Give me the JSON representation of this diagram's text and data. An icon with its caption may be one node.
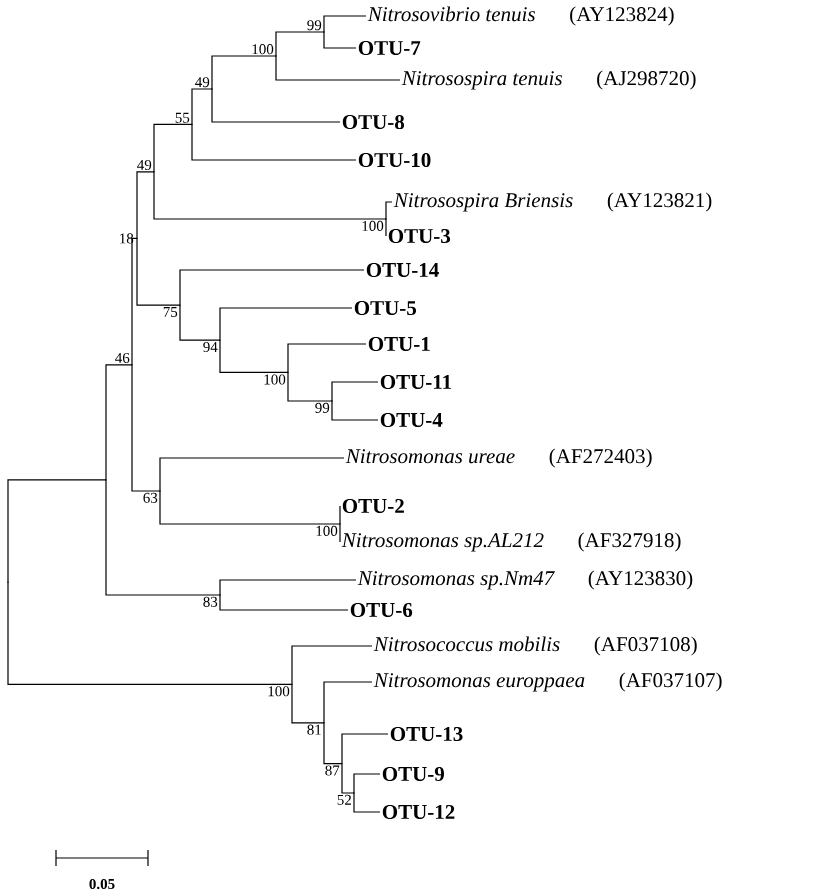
{
  "diagram": {
    "nodes": [
      {
        "text": [],
        "shape": "point"
      },
      {
        "text": [],
        "shape": "point"
      },
      {
        "text": [],
        "shape": "point",
        "beside": [
          "46"
        ]
      },
      {
        "text": [],
        "shape": "point",
        "beside": [
          "18"
        ]
      },
      {
        "text": [],
        "shape": "point",
        "beside": [
          "49"
        ]
      },
      {
        "text": [],
        "shape": "point",
        "beside": [
          "55"
        ]
      },
      {
        "text": [],
        "shape": "point",
        "beside": [
          "49"
        ]
      },
      {
        "text": [],
        "shape": "point",
        "beside": [
          "100"
        ]
      },
      {
        "text": [],
        "shape": "point",
        "beside": [
          "99"
        ]
      },
      {
        "text": [
          "Nitrosovibrio tenuis",
          "(AY123824)"
        ]
      },
      {
        "text": [
          "OTU-7"
        ]
      },
      {
        "text": [
          "Nitrosospira tenuis",
          "(AJ298720)"
        ]
      },
      {
        "text": [
          "OTU-8"
        ]
      },
      {
        "text": [
          "OTU-10"
        ]
      },
      {
        "text": [],
        "shape": "point",
        "beside": [
          "100"
        ]
      },
      {
        "text": [
          "Nitrosospira Briensis",
          "(AY123821)"
        ]
      },
      {
        "text": [
          "OTU-3"
        ]
      },
      {
        "text": [],
        "shape": "point",
        "beside": [
          "75"
        ]
      },
      {
        "text": [
          "OTU-14"
        ]
      },
      {
        "text": [],
        "shape": "point",
        "beside": [
          "94"
        ]
      },
      {
        "text": [
          "OTU-5"
        ]
      },
      {
        "text": [],
        "shape": "point",
        "beside": [
          "100"
        ]
      },
      {
        "text": [
          "OTU-1"
        ]
      },
      {
        "text": [],
        "shape": "point",
        "beside": [
          "99"
        ]
      },
      {
        "text": [
          "OTU-11"
        ]
      },
      {
        "text": [
          "OTU-4"
        ]
      },
      {
        "text": [],
        "shape": "point",
        "beside": [
          "63"
        ]
      },
      {
        "text": [
          "Nitrosomonas ureae",
          "(AF272403)"
        ]
      },
      {
        "text": [],
        "shape": "point",
        "beside": [
          "100"
        ]
      },
      {
        "text": [
          "OTU-2"
        ]
      },
      {
        "text": [
          "Nitrosomonas sp.AL212",
          "(AF327918)"
        ]
      },
      {
        "text": [],
        "shape": "point",
        "beside": [
          "83"
        ]
      },
      {
        "text": [
          "Nitrosomonas sp.Nm47",
          "(AY123830)"
        ]
      },
      {
        "text": [
          "OTU-6"
        ]
      },
      {
        "text": [],
        "shape": "point",
        "beside": [
          "100"
        ]
      },
      {
        "text": [
          "Nitrosococcus mobilis",
          "(AF037108)"
        ]
      },
      {
        "text": [],
        "shape": "point",
        "beside": [
          "81"
        ]
      },
      {
        "text": [
          "Nitrosomonas europpaea",
          "(AF037107)"
        ]
      },
      {
        "text": [],
        "shape": "point",
        "beside": [
          "87"
        ]
      },
      {
        "text": [
          "OTU-13"
        ]
      },
      {
        "text": [],
        "shape": "point",
        "beside": [
          "52"
        ]
      },
      {
        "text": [
          "OTU-9"
        ]
      },
      {
        "text": [
          "OTU-12"
        ]
      }
    ],
    "edges": [
      {
        "from": 0,
        "to": 1,
        "arrow": "none"
      },
      {
        "from": 0,
        "to": 34,
        "arrow": "none"
      },
      {
        "from": 1,
        "to": 2,
        "arrow": "none"
      },
      {
        "from": 1,
        "to": 31,
        "arrow": "none"
      },
      {
        "from": 2,
        "to": 3,
        "arrow": "none"
      },
      {
        "from": 2,
        "to": 26,
        "arrow": "none"
      },
      {
        "from": 3,
        "to": 4,
        "arrow": "none"
      },
      {
        "from": 3,
        "to": 17,
        "arrow": "none"
      },
      {
        "from": 4,
        "to": 5,
        "arrow": "none"
      },
      {
        "from": 4,
        "to": 14,
        "arrow": "none"
      },
      {
        "from": 5,
        "to": 6,
        "arrow": "none"
      },
      {
        "from": 5,
        "to": 13,
        "arrow": "none"
      },
      {
        "from": 6,
        "to": 7,
        "arrow": "none"
      },
      {
        "from": 6,
        "to": 12,
        "arrow": "none"
      },
      {
        "from": 7,
        "to": 8,
        "arrow": "none"
      },
      {
        "from": 7,
        "to": 11,
        "arrow": "none"
      },
      {
        "from": 8,
        "to": 9,
        "arrow": "none"
      },
      {
        "from": 8,
        "to": 10,
        "arrow": "none"
      },
      {
        "from": 14,
        "to": 15,
        "arrow": "none"
      },
      {
        "from": 14,
        "to": 16,
        "arrow": "none"
      },
      {
        "from": 17,
        "to": 18,
        "arrow": "none"
      },
      {
        "from": 17,
        "to": 19,
        "arrow": "none"
      },
      {
        "from": 19,
        "to": 20,
        "arrow": "none"
      },
      {
        "from": 19,
        "to": 21,
        "arrow": "none"
      },
      {
        "from": 21,
        "to": 22,
        "arrow": "none"
      },
      {
        "from": 21,
        "to": 23,
        "arrow": "none"
      },
      {
        "from": 23,
        "to": 24,
        "arrow": "none"
      },
      {
        "from": 23,
        "to": 25,
        "arrow": "none"
      },
      {
        "from": 26,
        "to": 27,
        "arrow": "none"
      },
      {
        "from": 26,
        "to": 28,
        "arrow": "none"
      },
      {
        "from": 28,
        "to": 29,
        "arrow": "none"
      },
      {
        "from": 28,
        "to": 30,
        "arrow": "none"
      },
      {
        "from": 31,
        "to": 32,
        "arrow": "none"
      },
      {
        "from": 31,
        "to": 33,
        "arrow": "none"
      },
      {
        "from": 34,
        "to": 35,
        "arrow": "none"
      },
      {
        "from": 34,
        "to": 36,
        "arrow": "none"
      },
      {
        "from": 36,
        "to": 37,
        "arrow": "none"
      },
      {
        "from": 36,
        "to": 38,
        "arrow": "none"
      },
      {
        "from": 38,
        "to": 39,
        "arrow": "none"
      },
      {
        "from": 38,
        "to": 40,
        "arrow": "none"
      },
      {
        "from": 40,
        "to": 41,
        "arrow": "none"
      },
      {
        "from": 40,
        "to": 42,
        "arrow": "none"
      }
    ],
    "labels": [
      "0.05"
    ]
  }
}
